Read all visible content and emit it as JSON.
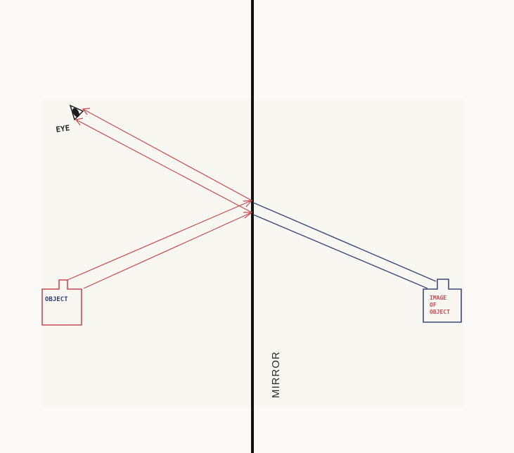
{
  "labels": {
    "eye": "EYE",
    "object": "OBJECT",
    "image_line1": "IMAGE",
    "image_line2": "OF",
    "image_line3": "OBJECT",
    "mirror": "MIRROR"
  },
  "colors": {
    "paper": "#fbfaf6",
    "mirror": "#111111",
    "real_rays": "#c8494f",
    "virtual_rays": "#3a4a7a",
    "object": "#c8494f",
    "image": "#3a4a7a",
    "eye": "#1b1b1b",
    "text": "#2b2b2b"
  }
}
